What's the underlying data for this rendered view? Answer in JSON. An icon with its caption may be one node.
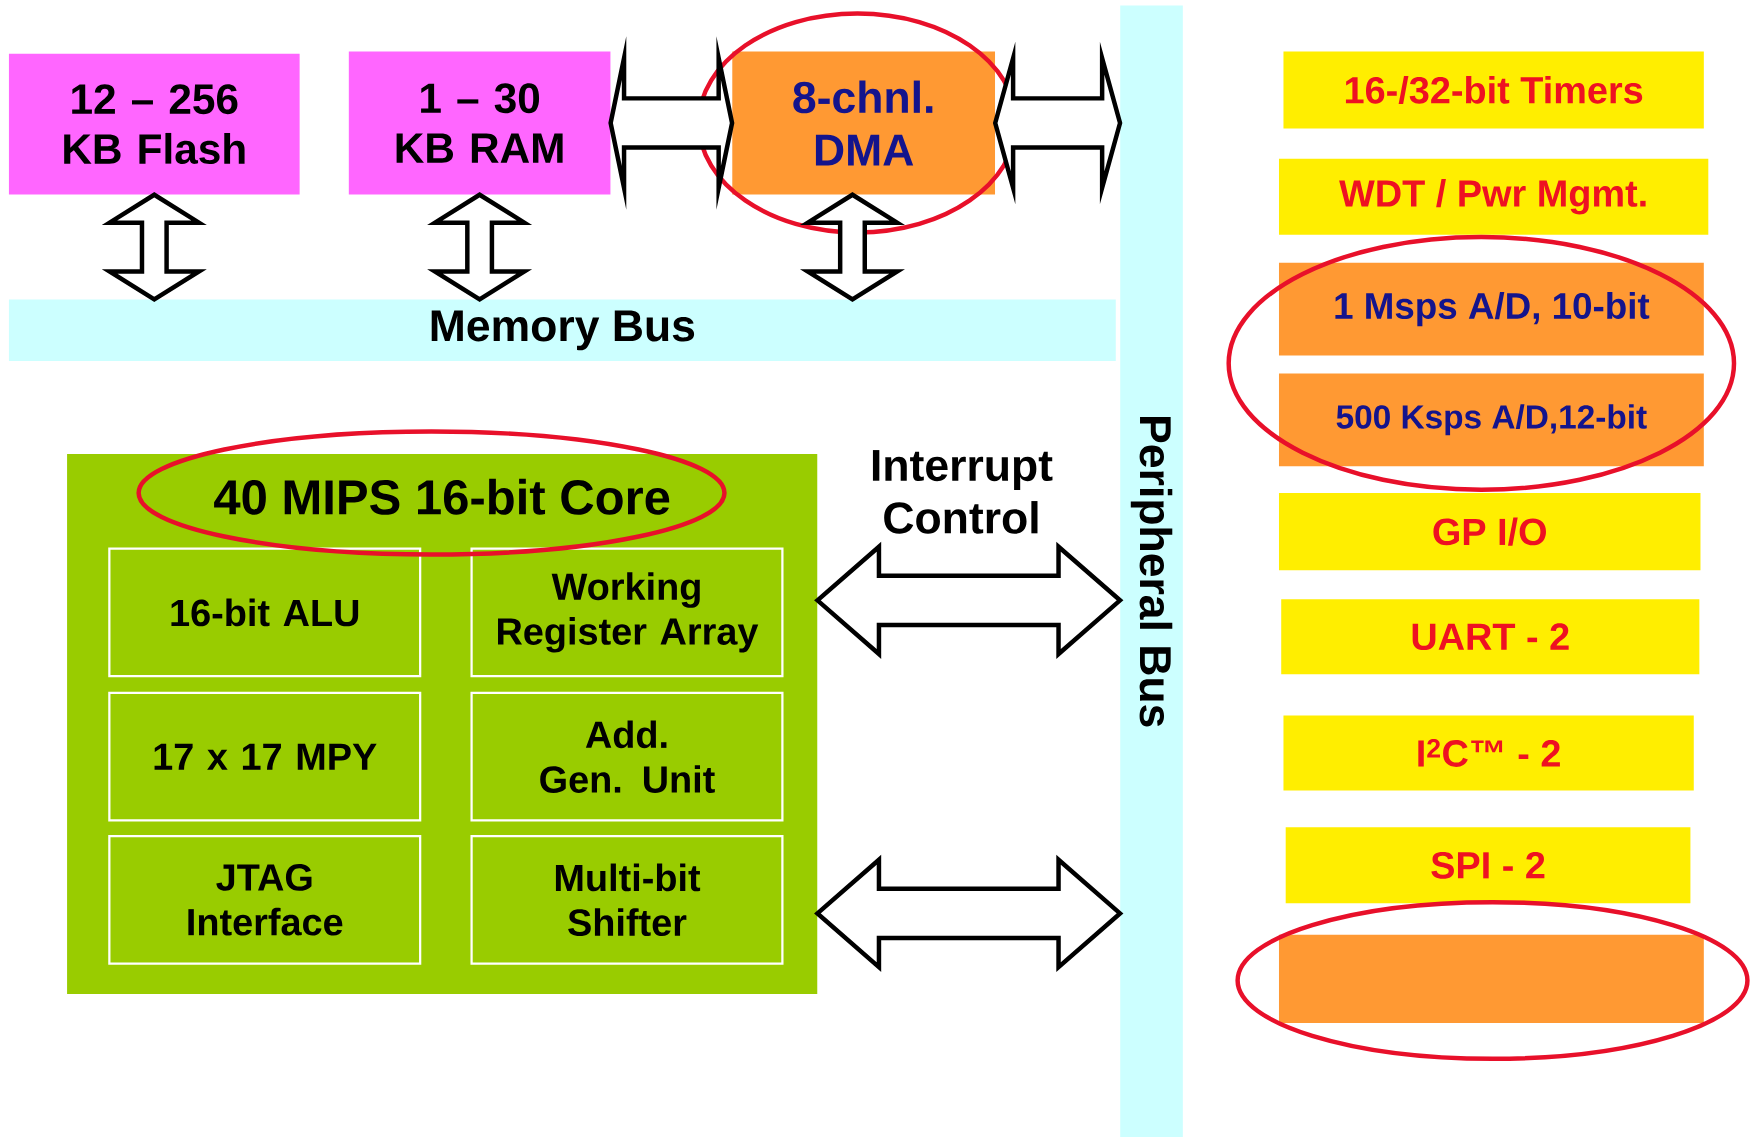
{
  "diagram": {
    "nodes": [
      {
        "text": [
          "12 – 256 KB Flash"
        ]
      },
      {
        "text": [
          "1 – 30 KB RAM"
        ]
      },
      {
        "text": [
          "8-chnl. DMA"
        ]
      },
      {
        "text": [
          "Memory Bus"
        ]
      },
      {
        "text": [
          "Peripheral Bus"
        ]
      },
      {
        "text": [
          "40 MIPS 16-bit Core"
        ]
      },
      {
        "text": [
          "16-bit ALU"
        ],
        "in": 5
      },
      {
        "text": [
          "Working Register Array"
        ],
        "in": 5
      },
      {
        "text": [
          "17 x 17 MPY"
        ],
        "in": 5
      },
      {
        "text": [
          "Add. Gen. Unit"
        ],
        "in": 5
      },
      {
        "text": [
          "JTAG Interface"
        ],
        "in": 5
      },
      {
        "text": [
          "Multi-bit Shifter"
        ],
        "in": 5
      },
      {
        "text": [
          "16-/32-bit Timers"
        ]
      },
      {
        "text": [
          "WDT / Pwr Mgmt."
        ]
      },
      {
        "text": [
          "1 Msps A/D, 10-bit"
        ]
      },
      {
        "text": [
          "500 Ksps A/D,12-bit"
        ]
      },
      {
        "text": [
          "GP I/O"
        ]
      },
      {
        "text": [
          "UART - 2"
        ]
      },
      {
        "text": [
          "I$^{2}$C™ - 2"
        ]
      },
      {
        "text": [
          "SPI - 2"
        ]
      },
      {
        "text": [],
        "shape": "box"
      }
    ],
    "edges": [
      {
        "from": 0,
        "to": 3,
        "arrow": "both"
      },
      {
        "from": 1,
        "to": 3,
        "arrow": "both"
      },
      {
        "from": 2,
        "to": 3,
        "arrow": "both"
      },
      {
        "from": 1,
        "to": 2,
        "arrow": "both"
      },
      {
        "from": 2,
        "to": 4,
        "arrow": "both"
      },
      {
        "from": 5,
        "to": 4,
        "arrow": "both",
        "label": "Interrupt Control"
      },
      {
        "from": 5,
        "to": 4,
        "arrow": "both"
      }
    ]
  }
}
